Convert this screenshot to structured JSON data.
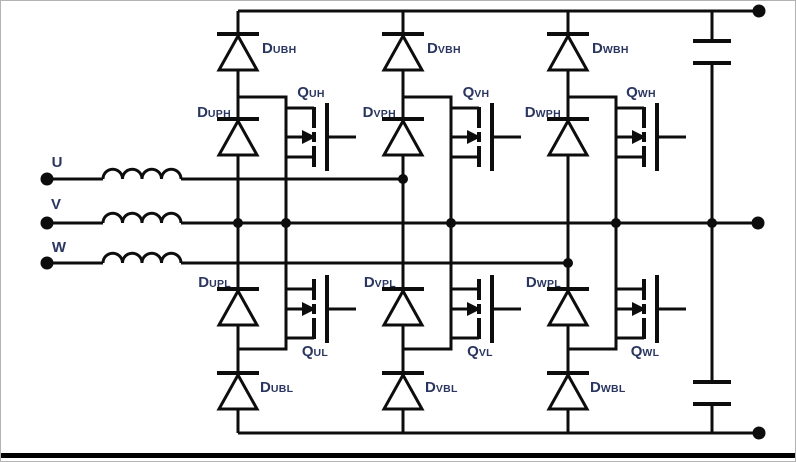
{
  "figure": {
    "type": "three-phase power converter schematic",
    "colors": {
      "wire": "#0d0d0d",
      "label": "#2a3660",
      "background": "#ffffff",
      "frame": "#b3b3b3",
      "bottom_bar": "#000000"
    },
    "phases": [
      {
        "label": "U"
      },
      {
        "label": "V"
      },
      {
        "label": "W"
      }
    ],
    "legs": [
      {
        "id": "U",
        "diode_boost_high": {
          "main": "D",
          "sub": "UBH"
        },
        "diode_path_high": {
          "main": "D",
          "sub": "UPH"
        },
        "mosfet_high": {
          "main": "Q",
          "sub": "UH"
        },
        "diode_path_low": {
          "main": "D",
          "sub": "UPL"
        },
        "mosfet_low": {
          "main": "Q",
          "sub": "UL"
        },
        "diode_boost_low": {
          "main": "D",
          "sub": "UBL"
        }
      },
      {
        "id": "V",
        "diode_boost_high": {
          "main": "D",
          "sub": "VBH"
        },
        "diode_path_high": {
          "main": "D",
          "sub": "VPH"
        },
        "mosfet_high": {
          "main": "Q",
          "sub": "VH"
        },
        "diode_path_low": {
          "main": "D",
          "sub": "VPL"
        },
        "mosfet_low": {
          "main": "Q",
          "sub": "VL"
        },
        "diode_boost_low": {
          "main": "D",
          "sub": "VBL"
        }
      },
      {
        "id": "W",
        "diode_boost_high": {
          "main": "D",
          "sub": "WBH"
        },
        "diode_path_high": {
          "main": "D",
          "sub": "WPH"
        },
        "mosfet_high": {
          "main": "Q",
          "sub": "WH"
        },
        "diode_path_low": {
          "main": "D",
          "sub": "WPL"
        },
        "mosfet_low": {
          "main": "Q",
          "sub": "WL"
        },
        "diode_boost_low": {
          "main": "D",
          "sub": "WBL"
        }
      }
    ]
  }
}
